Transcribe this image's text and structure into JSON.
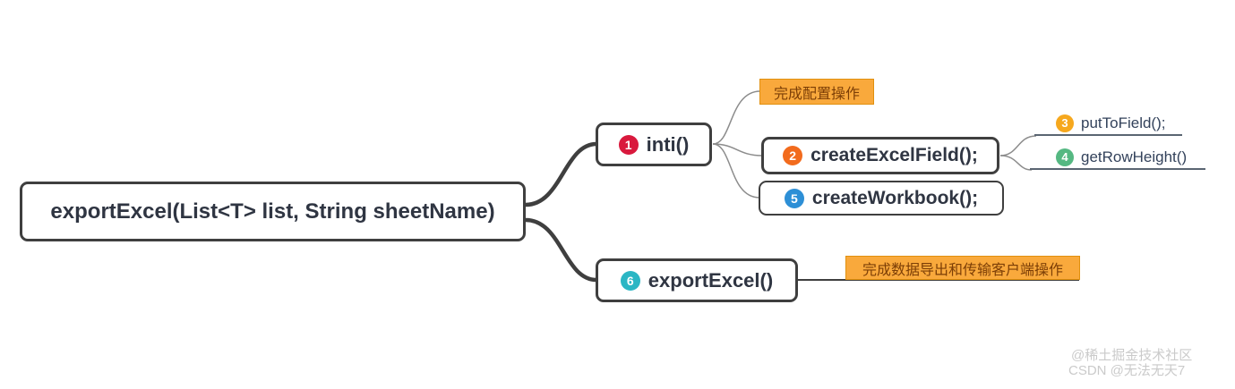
{
  "diagram": {
    "root": {
      "label": "exportExcel(List<T> list, String sheetName)"
    },
    "nodes": {
      "inti": {
        "badge": "1",
        "badge_color": "#D9193D",
        "label": "inti()"
      },
      "createExcelField": {
        "badge": "2",
        "badge_color": "#F26B1D",
        "label": "createExcelField();"
      },
      "putToField": {
        "badge": "3",
        "badge_color": "#F6A81E",
        "label": "putToField();"
      },
      "getRowHeight": {
        "badge": "4",
        "badge_color": "#55B882",
        "label": "getRowHeight()"
      },
      "createWorkbook": {
        "badge": "5",
        "badge_color": "#2D8FD6",
        "label": "createWorkbook();"
      },
      "exportExcel": {
        "badge": "6",
        "badge_color": "#2BB6C4",
        "label": "exportExcel()"
      }
    },
    "notes": {
      "config": {
        "label": "完成配置操作"
      },
      "export": {
        "label": "完成数据导出和传输客户端操作"
      }
    },
    "watermarks": [
      "@稀土掘金技术社区",
      "CSDN @无法无天7"
    ]
  },
  "colors": {
    "node_border": "#3F3F3F",
    "connector_thick": "#3F3F3F",
    "connector_thin": "#8C8C8C",
    "note_bg": "#F9A93C",
    "note_border": "#E1900E",
    "note_text": "#7C3E06"
  }
}
